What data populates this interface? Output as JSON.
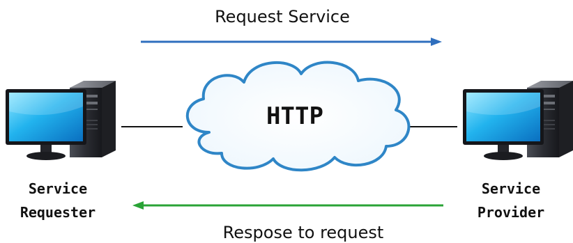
{
  "arrows": {
    "request_label": "Request Service",
    "request_color": "#2f6fbe",
    "response_label": "Respose to request",
    "response_color": "#2aa336"
  },
  "cloud": {
    "label": "HTTP",
    "outline_color": "#2f86c7"
  },
  "nodes": {
    "requester": {
      "line1": "Service",
      "line2": "Requester",
      "icon": "computer-icon"
    },
    "provider": {
      "line1": "Service",
      "line2": "Provider",
      "icon": "computer-icon"
    }
  }
}
